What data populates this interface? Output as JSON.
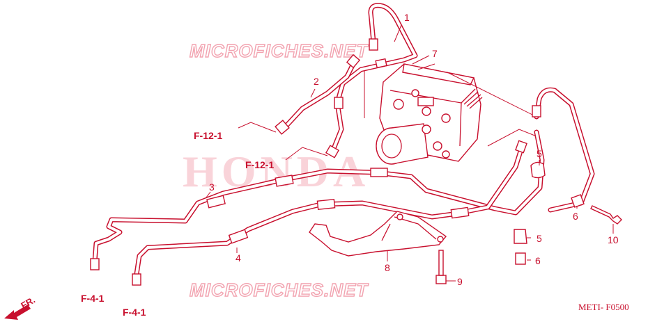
{
  "watermarks": {
    "top": "MICROFICHES.NET",
    "bottom": "MICROFICHES.NET",
    "brand": "HONDA"
  },
  "callouts": {
    "p1": "1",
    "p2": "2",
    "p3": "3",
    "p4": "4",
    "p5a": "5",
    "p5b": "5",
    "p6a": "6",
    "p6b": "6",
    "p7": "7",
    "p8": "8",
    "p9": "9",
    "p10": "10"
  },
  "references": {
    "f12a": "F-12-1",
    "f12b": "F-12-1",
    "f41a": "F-4-1",
    "f41b": "F-4-1"
  },
  "direction_label": "FR.",
  "diagram_code": "METI- F0500",
  "colors": {
    "ink": "#c8102e",
    "watermark": "#f2a3b0"
  }
}
